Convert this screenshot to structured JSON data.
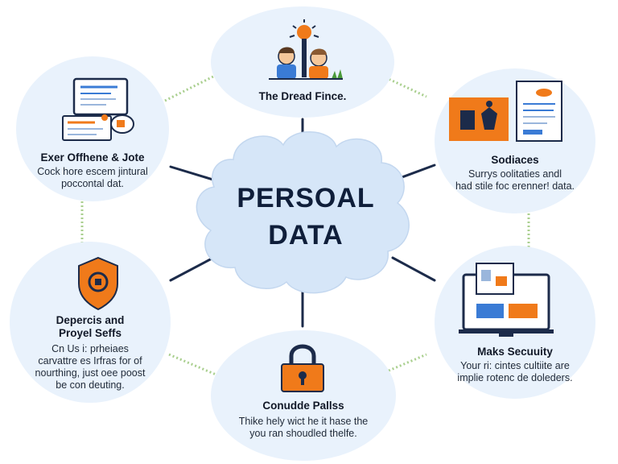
{
  "center": {
    "line1": "PERSOAL",
    "line2": "DATA"
  },
  "nodes": {
    "top": {
      "title": "The Dread Fince."
    },
    "top_left": {
      "title": "Exer Offhene & Jote",
      "desc": "Cock hore escem jintural\npoccontal dat."
    },
    "top_right": {
      "title": "Sodiaces",
      "desc": "Surrys oolitaties andl\nhad stile foc erenner! data."
    },
    "mid_left": {
      "title": "Depercis and\nProyel Seffs",
      "desc": "Cn Us i: prheiaes\ncarvattre es Irfras for of\nnourthing, just oee poost\nbe con deuting."
    },
    "mid_right": {
      "title": "Maks Secuuity",
      "desc": "Your ri: cintes cultiite are\nimplie rotenc de doleders."
    },
    "bottom": {
      "title": "Conudde Pallss",
      "desc": "Thike hely wict he it hase the\nyou ran shoudled thelfe."
    }
  },
  "colors": {
    "node_fill": "#e9f2fc",
    "cloud_fill": "#d6e6f8",
    "connector": "#1c2b4a",
    "dotted_link": "#a9cf8e",
    "accent_orange": "#f07a1a",
    "accent_blue": "#3a7bd5"
  },
  "icons": {
    "top": "people-sun-icon",
    "top_left": "documents-icon",
    "top_right": "report-icon",
    "mid_left": "shield-icon",
    "mid_right": "laptop-icon",
    "bottom": "padlock-icon"
  }
}
